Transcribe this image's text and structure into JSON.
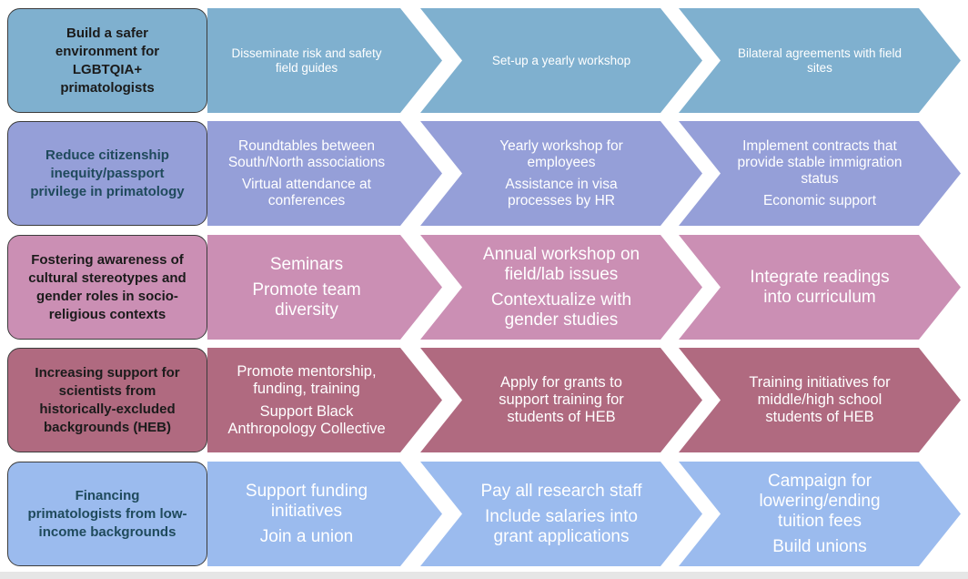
{
  "rows": [
    {
      "goal": "Build a safer\nenvironment for\nLGBTQIA+\nprimatologists",
      "goal_color": "#1b1b1b",
      "fill": "#7fb0cf",
      "goal_fill": "#7fb0cf",
      "steps": [
        [
          "Disseminate risk and safety\nfield guides"
        ],
        [
          "Set-up a yearly workshop"
        ],
        [
          "Bilateral agreements with field\nsites"
        ]
      ]
    },
    {
      "goal": "Reduce citizenship\ninequity/passport\nprivilege in primatology",
      "goal_color": "#1f4a5c",
      "fill": "#959fd8",
      "goal_fill": "#959fd8",
      "steps": [
        [
          "Roundtables between\nSouth/North associations",
          "Virtual attendance at\nconferences"
        ],
        [
          "Yearly workshop for\nemployees",
          "Assistance in visa\nprocesses by HR"
        ],
        [
          "Implement contracts that\nprovide stable immigration\nstatus",
          "Economic support"
        ]
      ]
    },
    {
      "goal": "Fostering awareness of\ncultural stereotypes and\ngender roles in socio-\nreligious contexts",
      "goal_color": "#1b1b1b",
      "fill": "#cb8fb4",
      "goal_fill": "#cb8fb4",
      "steps": [
        [
          "Seminars",
          "Promote team\ndiversity"
        ],
        [
          "Annual workshop on\nfield/lab issues",
          "Contextualize with\ngender studies"
        ],
        [
          "Integrate readings\ninto curriculum"
        ]
      ]
    },
    {
      "goal": "Increasing support for\nscientists from\nhistorically-excluded\nbackgrounds (HEB)",
      "goal_color": "#1b1b1b",
      "fill": "#b06a80",
      "goal_fill": "#b06a80",
      "steps": [
        [
          "Promote mentorship,\nfunding, training",
          "Support Black\nAnthropology Collective"
        ],
        [
          "Apply for grants to\nsupport training for\nstudents of HEB"
        ],
        [
          "Training initiatives for\nmiddle/high school\nstudents of HEB"
        ]
      ]
    },
    {
      "goal": "Financing\nprimatologists from low-\nincome backgrounds",
      "goal_color": "#1f4a5c",
      "fill": "#9bbbee",
      "goal_fill": "#9bbbee",
      "steps": [
        [
          "Support funding\ninitiatives",
          "Join a union"
        ],
        [
          "Pay all research staff",
          "Include salaries into\ngrant applications"
        ],
        [
          "Campaign for\nlowering/ending\ntuition fees",
          "Build unions"
        ]
      ]
    }
  ]
}
